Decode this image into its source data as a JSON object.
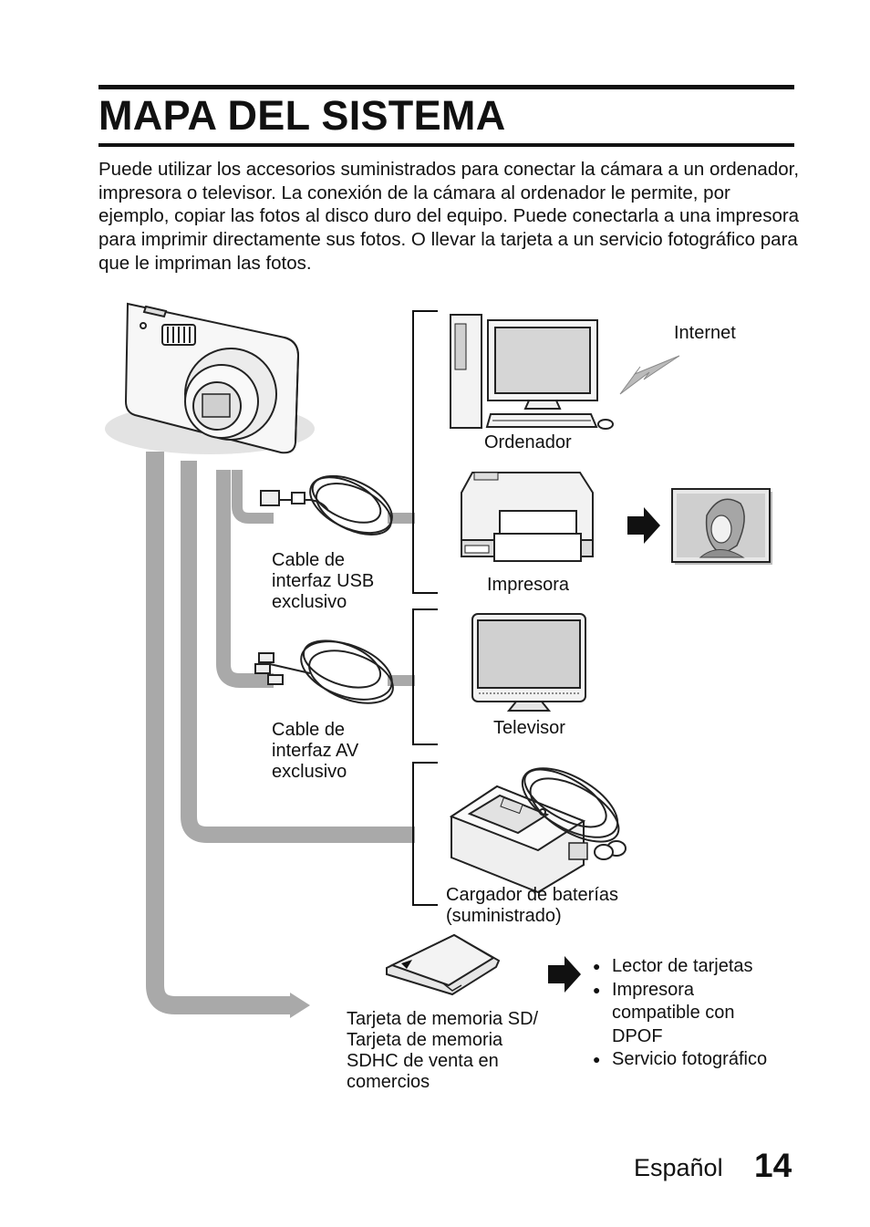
{
  "header": {
    "title": "MAPA DEL SISTEMA"
  },
  "intro": "Puede utilizar los accesorios suministrados para conectar la cámara a un ordenador, impresora o televisor. La conexión de la cámara al ordenador le permite, por ejemplo, copiar las fotos al disco duro del equipo. Puede conectarla a una impresora para imprimir directamente sus fotos. O llevar la tarjeta a un servicio fotográfico para que le impriman las fotos.",
  "diagram": {
    "labels": {
      "internet": "Internet",
      "computer": "Ordenador",
      "printer": "Impresora",
      "tv": "Televisor",
      "usb_cable": "Cable de\ninterfaz USB\nexclusivo",
      "av_cable": "Cable de\ninterfaz AV\nexclusivo",
      "charger": "Cargador de baterías\n(suministrado)",
      "sd_card": "Tarjeta de memoria SD/\nTarjeta de memoria\nSDHC de venta en\ncomercios"
    },
    "card_uses": [
      "Lector de tarjetas",
      "Impresora\ncompatible con\nDPOF",
      "Servicio fotográfico"
    ],
    "icons": [
      "camera-icon",
      "usb-cable-icon",
      "av-cable-icon",
      "computer-icon",
      "lightning-icon",
      "printer-icon",
      "arrow-right-icon",
      "photo-print-icon",
      "tv-icon",
      "battery-charger-icon",
      "sd-card-icon"
    ]
  },
  "footer": {
    "language": "Español",
    "page_number": "14"
  }
}
